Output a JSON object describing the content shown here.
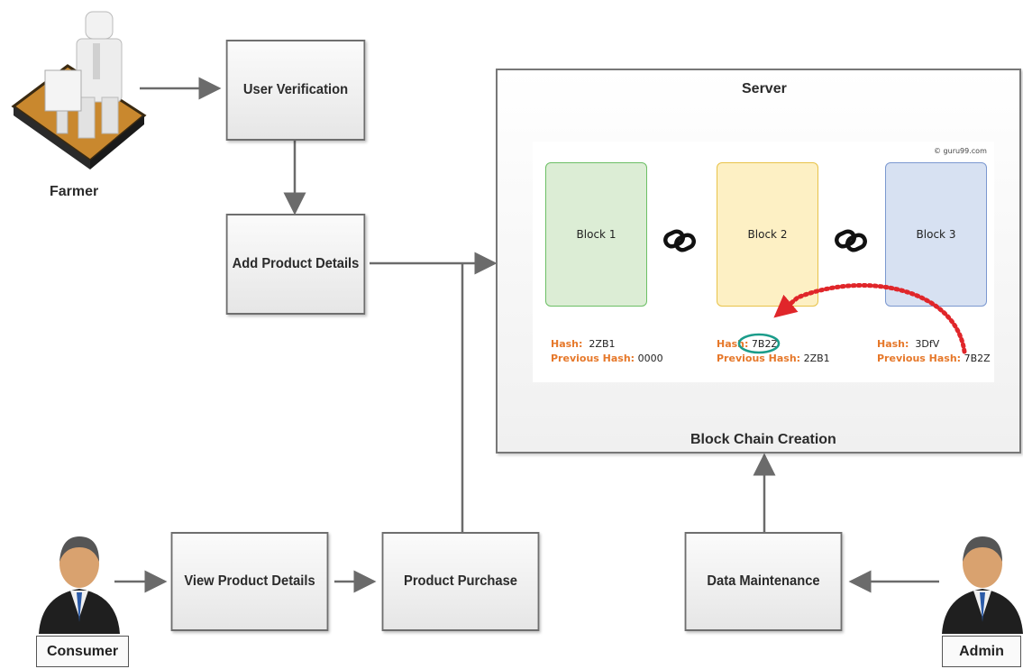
{
  "actors": {
    "farmer": "Farmer",
    "consumer": "Consumer",
    "admin": "Admin"
  },
  "process": {
    "user_verification": "User Verification",
    "add_product_details": "Add Product Details",
    "view_product_details": "View Product Details",
    "product_purchase": "Product Purchase",
    "data_maintenance": "Data Maintenance"
  },
  "server": {
    "title": "Server",
    "footer": "Block Chain Creation",
    "watermark": "© guru99.com",
    "blocks": [
      {
        "label": "Block 1",
        "hash_label": "Hash",
        "hash": "2ZB1",
        "prev_label": "Previous Hash",
        "prev": "0000",
        "color": "#dcedd5"
      },
      {
        "label": "Block 2",
        "hash_label": "Hash",
        "hash": "7B2Z",
        "prev_label": "Previous Hash",
        "prev": "2ZB1",
        "color": "#fdf0c4"
      },
      {
        "label": "Block 3",
        "hash_label": "Hash",
        "hash": "3DfV",
        "prev_label": "Previous Hash",
        "prev": "7B2Z",
        "color": "#d7e1f2"
      }
    ]
  },
  "colors": {
    "arrow": "#6b6b6b",
    "hash_label": "#e6782a",
    "highlight_circle": "#1a9c8a",
    "dotted_arrow": "#e0262a"
  }
}
